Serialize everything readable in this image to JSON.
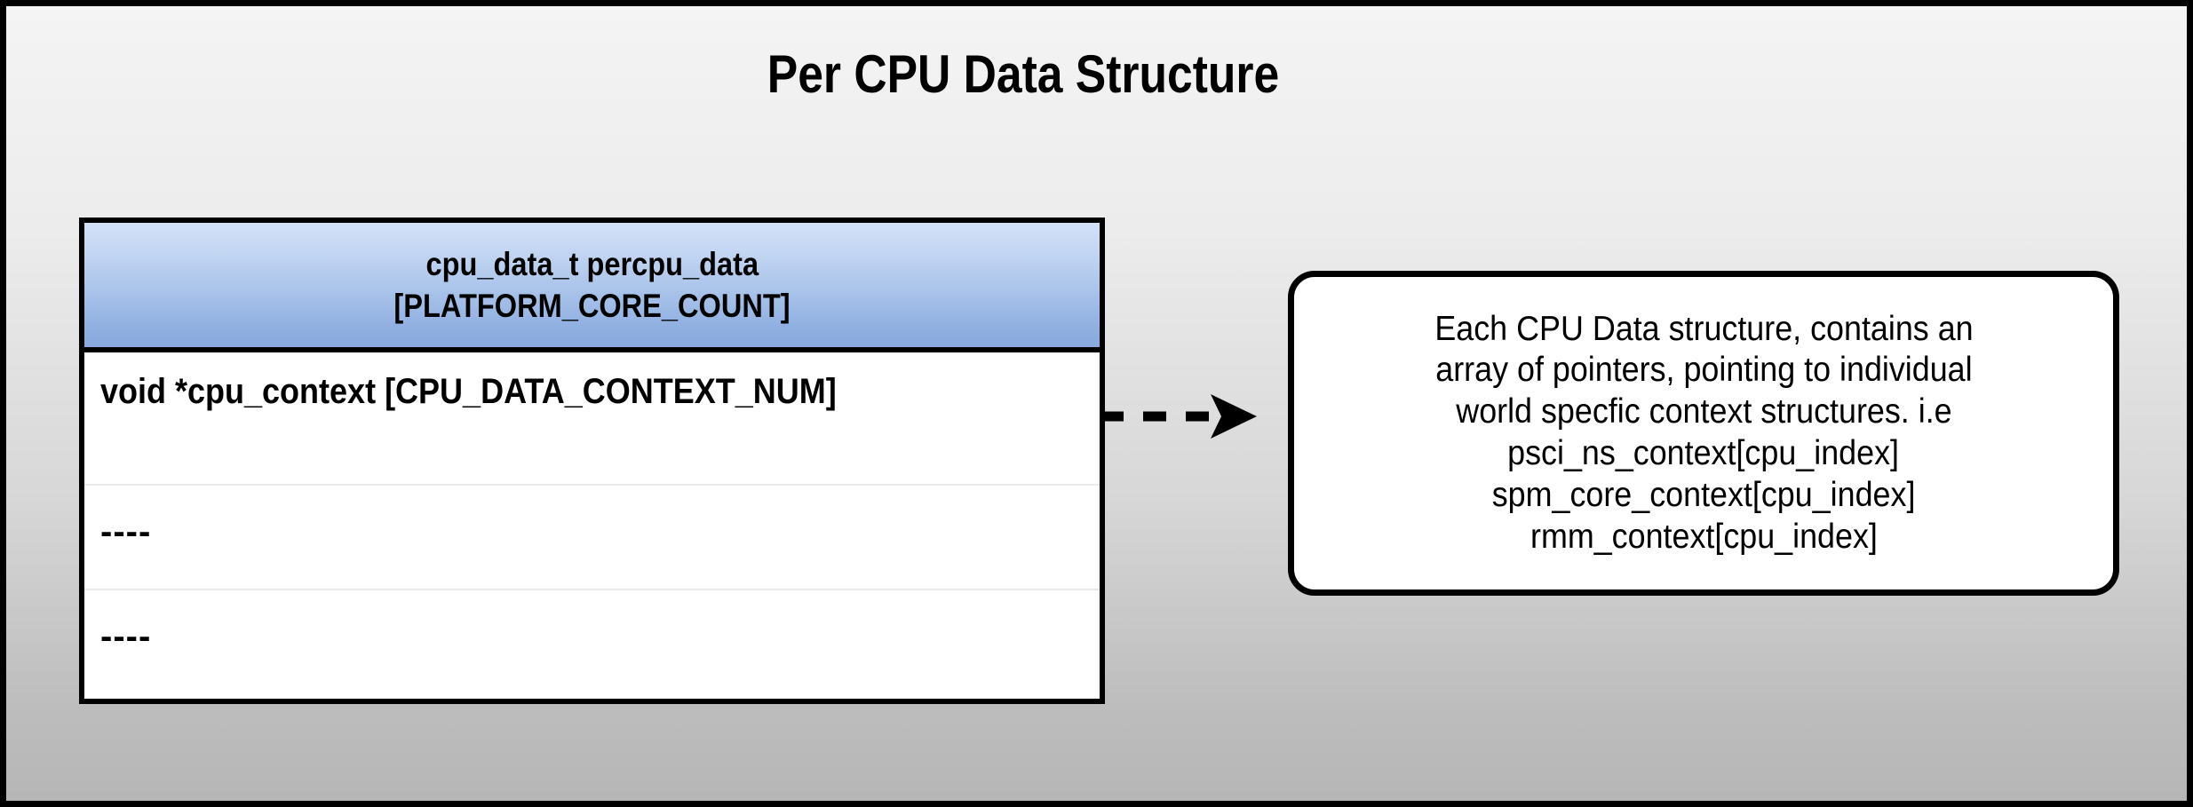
{
  "page": {
    "title": "Per CPU Data Structure",
    "background_top_color": "#f4f4f4",
    "background_bottom_color": "#b6b6b6",
    "border_color": "#000000"
  },
  "struct_table": {
    "header": {
      "line1": "cpu_data_t percpu_data",
      "line2": "[PLATFORM_CORE_COUNT]",
      "gradient_top_color": "#d3e1f7",
      "gradient_bottom_color": "#88a9de"
    },
    "rows": [
      {
        "label": "void *cpu_context [CPU_DATA_CONTEXT_NUM]"
      },
      {
        "label": "----"
      },
      {
        "label": "----"
      }
    ]
  },
  "connector": {
    "name": "dashed-arrow",
    "style": "dashed",
    "direction": "right",
    "color": "#000000"
  },
  "note_box": {
    "lines": [
      "Each CPU Data structure, contains an",
      "array of pointers, pointing to individual",
      "world specfic context structures. i.e",
      "psci_ns_context[cpu_index]",
      "spm_core_context[cpu_index]",
      "rmm_context[cpu_index]"
    ],
    "border_color": "#000000",
    "background_color": "#ffffff"
  }
}
